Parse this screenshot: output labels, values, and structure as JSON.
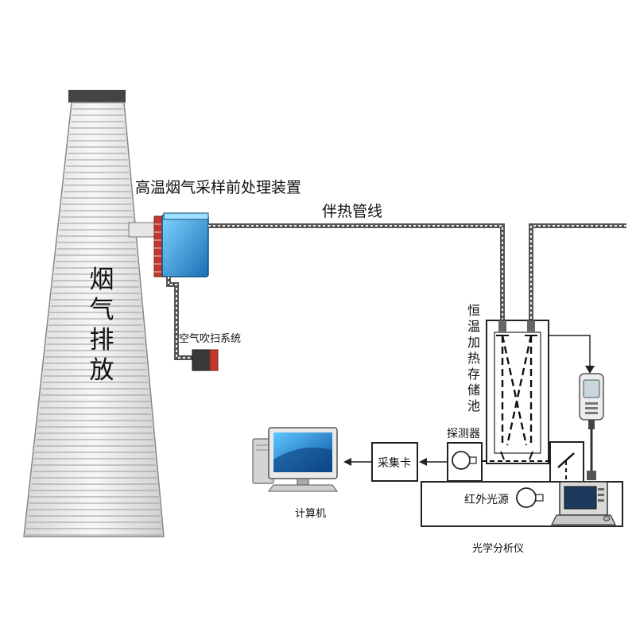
{
  "labels": {
    "pretreatment": "高温烟气采样前处理装置",
    "heat_trace": "伴热管线",
    "stack": [
      "烟",
      "气",
      "排",
      "放"
    ],
    "air_purge": "空气吹扫系统",
    "thermostat_cell": [
      "恒",
      "温",
      "加",
      "热",
      "存",
      "储",
      "池"
    ],
    "detector": "探测器",
    "daq_card": "采集卡",
    "computer": "计算机",
    "ir_source": "红外光源",
    "analyzer": "光学分析仪"
  },
  "colors": {
    "pretreatment_blue": "#2a8fd0",
    "heater_red": "#c0392b",
    "stack_line": "#9a9a9a",
    "heat_trace": "#555555"
  }
}
